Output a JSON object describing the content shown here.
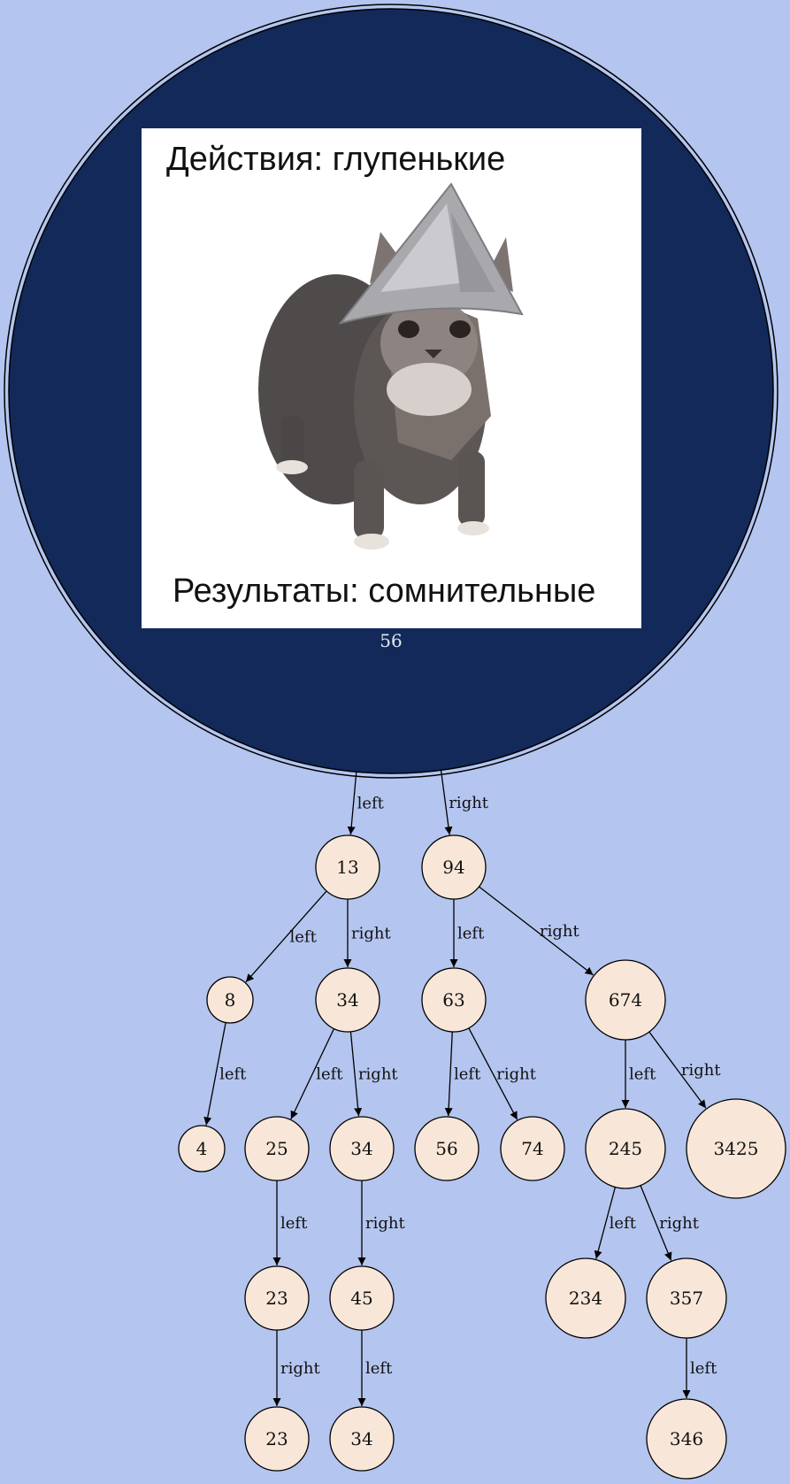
{
  "tree": {
    "root": {
      "value": "56",
      "image": {
        "top_caption": "Действия: глупенькие",
        "bottom_caption": "Результаты: сомнительные"
      }
    },
    "nodes": [
      {
        "id": "n13",
        "value": "13"
      },
      {
        "id": "n94",
        "value": "94"
      },
      {
        "id": "n8",
        "value": "8"
      },
      {
        "id": "n34a",
        "value": "34"
      },
      {
        "id": "n63",
        "value": "63"
      },
      {
        "id": "n674",
        "value": "674"
      },
      {
        "id": "n4",
        "value": "4"
      },
      {
        "id": "n25",
        "value": "25"
      },
      {
        "id": "n34b",
        "value": "34"
      },
      {
        "id": "n56",
        "value": "56"
      },
      {
        "id": "n74",
        "value": "74"
      },
      {
        "id": "n245",
        "value": "245"
      },
      {
        "id": "n3425",
        "value": "3425"
      },
      {
        "id": "n23a",
        "value": "23"
      },
      {
        "id": "n45",
        "value": "45"
      },
      {
        "id": "n234",
        "value": "234"
      },
      {
        "id": "n357",
        "value": "357"
      },
      {
        "id": "n23b",
        "value": "23"
      },
      {
        "id": "n34c",
        "value": "34"
      },
      {
        "id": "n346",
        "value": "346"
      }
    ],
    "edges": [
      {
        "from": "root",
        "to": "n13",
        "label": "left"
      },
      {
        "from": "root",
        "to": "n94",
        "label": "right"
      },
      {
        "from": "n13",
        "to": "n8",
        "label": "left"
      },
      {
        "from": "n13",
        "to": "n34a",
        "label": "right"
      },
      {
        "from": "n94",
        "to": "n63",
        "label": "left"
      },
      {
        "from": "n94",
        "to": "n674",
        "label": "right"
      },
      {
        "from": "n8",
        "to": "n4",
        "label": "left"
      },
      {
        "from": "n34a",
        "to": "n25",
        "label": "left"
      },
      {
        "from": "n34a",
        "to": "n34b",
        "label": "right"
      },
      {
        "from": "n63",
        "to": "n56",
        "label": "left"
      },
      {
        "from": "n63",
        "to": "n74",
        "label": "right"
      },
      {
        "from": "n674",
        "to": "n245",
        "label": "left"
      },
      {
        "from": "n674",
        "to": "n3425",
        "label": "right"
      },
      {
        "from": "n25",
        "to": "n23a",
        "label": "left"
      },
      {
        "from": "n34b",
        "to": "n45",
        "label": "right"
      },
      {
        "from": "n245",
        "to": "n234",
        "label": "left"
      },
      {
        "from": "n245",
        "to": "n357",
        "label": "right"
      },
      {
        "from": "n23a",
        "to": "n23b",
        "label": "right"
      },
      {
        "from": "n45",
        "to": "n34c",
        "label": "left"
      },
      {
        "from": "n357",
        "to": "n346",
        "label": "left"
      }
    ],
    "colors": {
      "background": "#b4c5ef",
      "node_fill": "#f8e7d8",
      "root_fill": "#12295a",
      "stroke": "#000000"
    }
  }
}
